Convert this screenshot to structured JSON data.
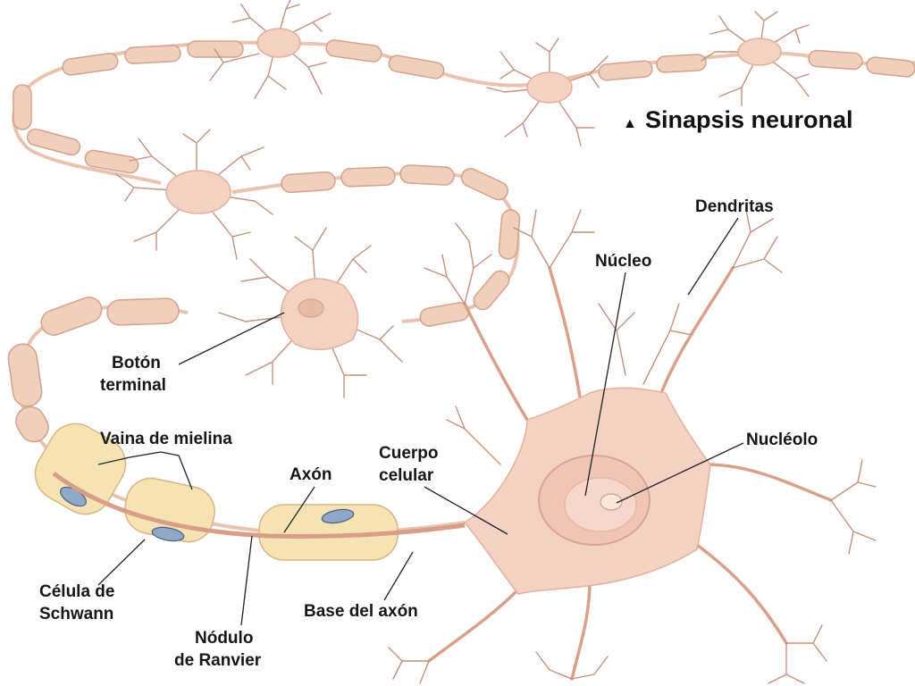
{
  "title": {
    "marker": "▲",
    "text": "Sinapsis neuronal"
  },
  "labels": {
    "dendritas": "Dendritas",
    "nucleo": "Núcleo",
    "nucleolo": "Nucléolo",
    "boton_line1": "Botón",
    "boton_line2": "terminal",
    "vaina": "Vaina de mielina",
    "axon": "Axón",
    "cuerpo_line1": "Cuerpo",
    "cuerpo_line2": "celular",
    "celula_line1": "Célula de",
    "celula_line2": "Schwann",
    "base": "Base del axón",
    "nodulo_line1": "Nódulo",
    "nodulo_line2": "de Ranvier"
  },
  "colors": {
    "soma": "#f3d2c3",
    "myelin_small": "#f1cfbd",
    "myelin_large": "#f6e3b4",
    "schwann_nucleus": "#8fa8c8",
    "dendrite": "#c6907a",
    "label": "#161616"
  }
}
